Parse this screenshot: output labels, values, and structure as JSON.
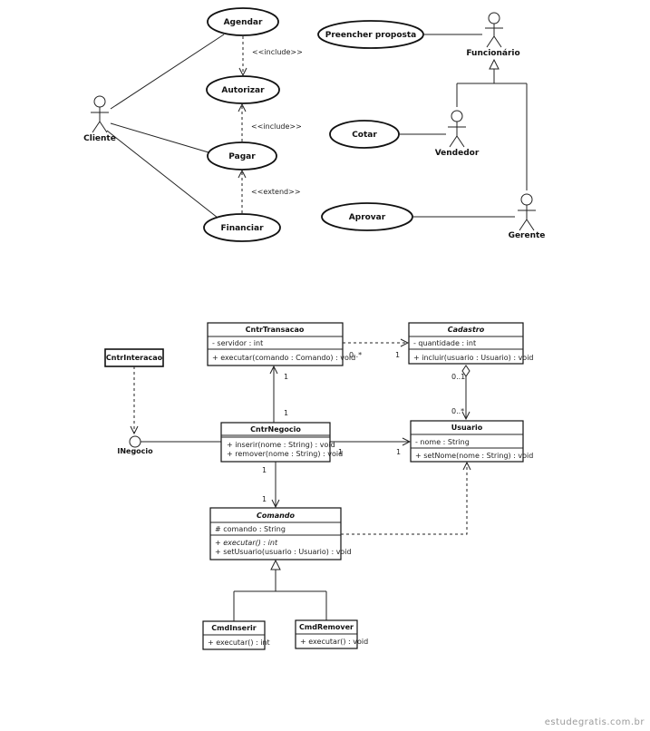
{
  "use_case": {
    "actors": {
      "cliente": "Cliente",
      "funcionario": "Funcionário",
      "vendedor": "Vendedor",
      "gerente": "Gerente"
    },
    "cases": {
      "agendar": "Agendar",
      "autorizar": "Autorizar",
      "pagar": "Pagar",
      "financiar": "Financiar",
      "preencher": "Preencher proposta",
      "cotar": "Cotar",
      "aprovar": "Aprovar"
    },
    "stereotypes": {
      "include1": "<<include>>",
      "include2": "<<include>>",
      "extend": "<<extend>>"
    }
  },
  "class_diagram": {
    "cntr_interacao": {
      "name": "CntrInteracao"
    },
    "inegocio": {
      "name": "INegocio"
    },
    "cntr_transacao": {
      "name": "CntrTransacao",
      "attr1": "- servidor : int",
      "op1": "+ executar(comando : Comando) : void"
    },
    "cadastro": {
      "name": "Cadastro",
      "attr1": "- quantidade : int",
      "op1": "+ incluir(usuario : Usuario) : void"
    },
    "cntr_negocio": {
      "name": "CntrNegocio",
      "op1": "+ inserir(nome : String) : void",
      "op2": "+ remover(nome : String) : void"
    },
    "usuario": {
      "name": "Usuario",
      "attr1": "- nome : String",
      "op1": "+ setNome(nome : String) : void"
    },
    "comando": {
      "name": "Comando",
      "attr1": "# comando : String",
      "op1": "+ executar() : int",
      "op2": "+ setUsuario(usuario : Usuario) : void"
    },
    "cmd_inserir": {
      "name": "CmdInserir",
      "op1": "+ executar() : int"
    },
    "cmd_remover": {
      "name": "CmdRemover",
      "op1": "+ executar() : void"
    },
    "multiplicities": {
      "trans_cad_left": "0..*",
      "trans_cad_right": "1",
      "cad_usr_top": "0..1",
      "cad_usr_bottom": "0..*",
      "trans_neg_top": "1",
      "trans_neg_bottom": "1",
      "neg_usr_left": "1",
      "neg_usr_right": "1",
      "neg_cmd_top": "1",
      "neg_cmd_bottom": "1"
    }
  },
  "footer": "estudegratis.com.br"
}
